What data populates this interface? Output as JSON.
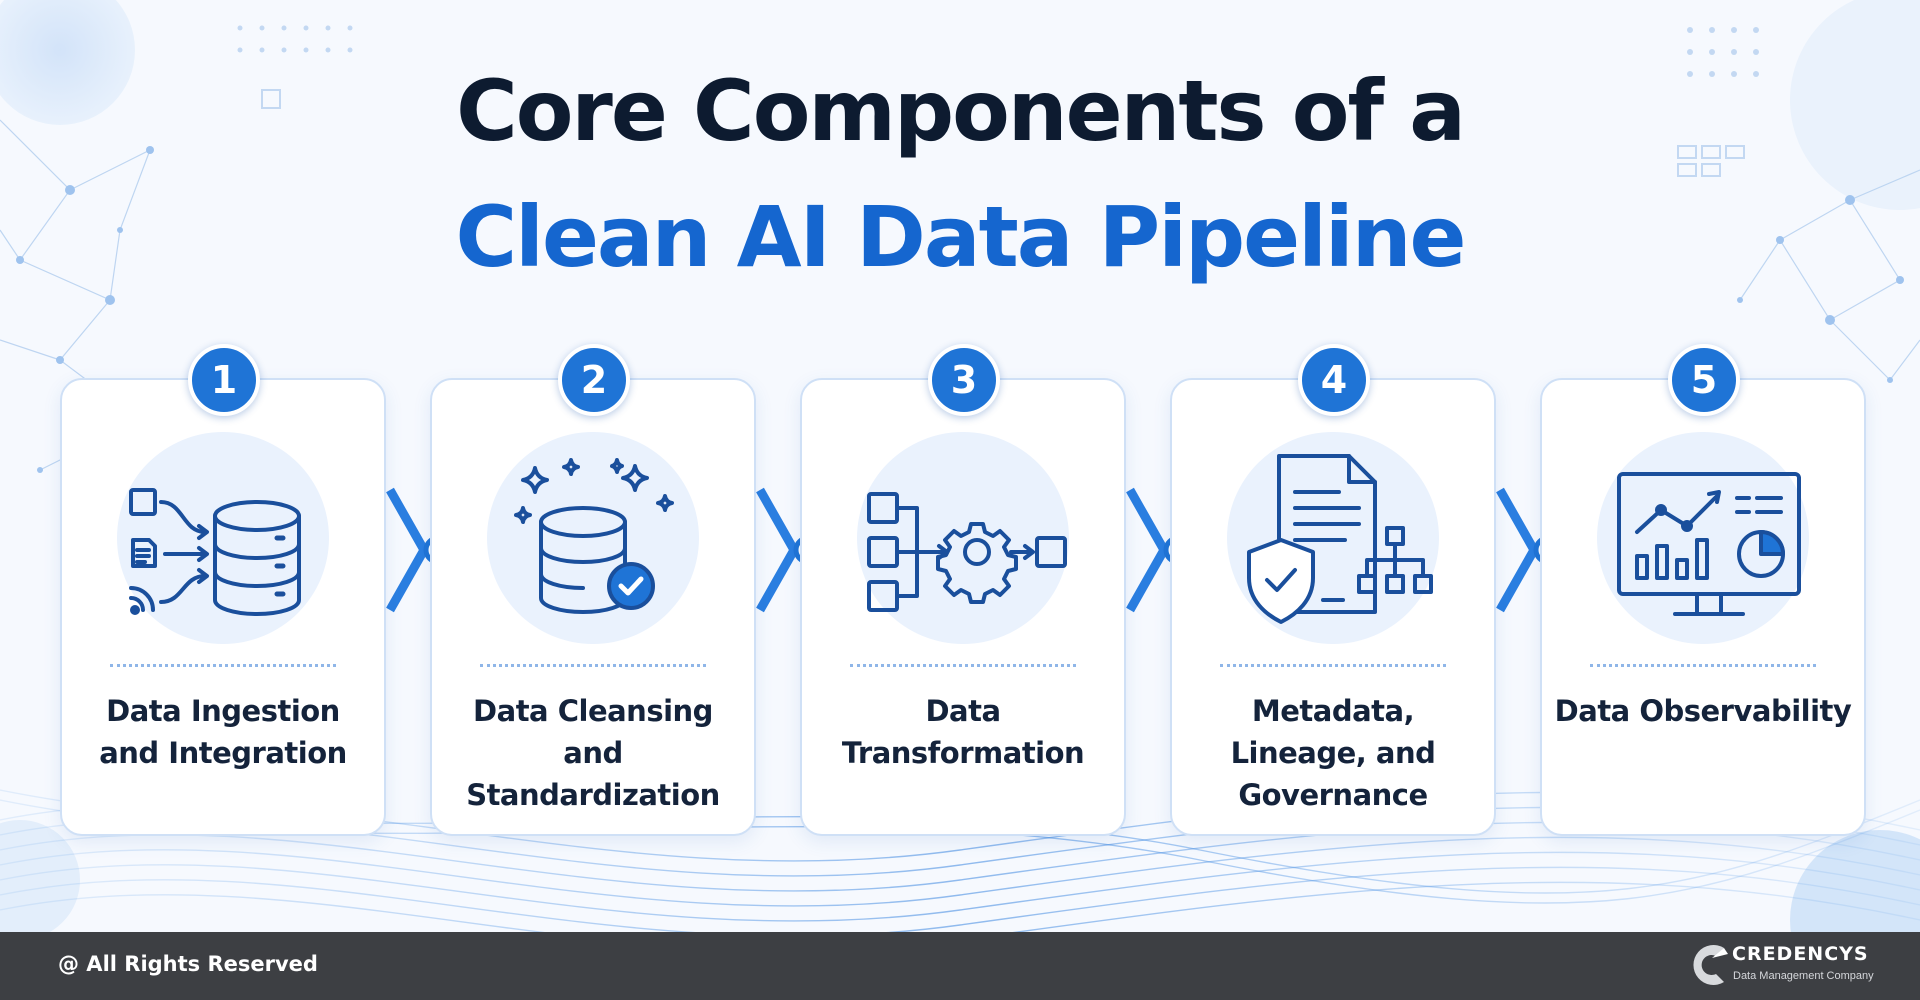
{
  "title": {
    "line1": "Core Components of a",
    "line2": "Clean AI Data Pipeline"
  },
  "steps": [
    {
      "number": "1",
      "label": "Data Ingestion and Integration",
      "icon": "database-ingestion-icon"
    },
    {
      "number": "2",
      "label": "Data Cleansing and Standardization",
      "icon": "database-check-icon"
    },
    {
      "number": "3",
      "label": "Data Transformation",
      "icon": "gear-transform-icon"
    },
    {
      "number": "4",
      "label": "Metadata, Lineage, and Governance",
      "icon": "document-shield-hierarchy-icon"
    },
    {
      "number": "5",
      "label": "Data Observability",
      "icon": "monitor-dashboard-icon"
    }
  ],
  "footer": {
    "rights": "@ All Rights Reserved",
    "brand": "CREDENCYS",
    "tagline": "Data Management Company"
  },
  "colors": {
    "title_dark": "#0d1b30",
    "title_blue": "#1566cf",
    "accent": "#1f74d6",
    "icon_stroke": "#1a4f9c",
    "footer_bg": "#3d3f43"
  }
}
